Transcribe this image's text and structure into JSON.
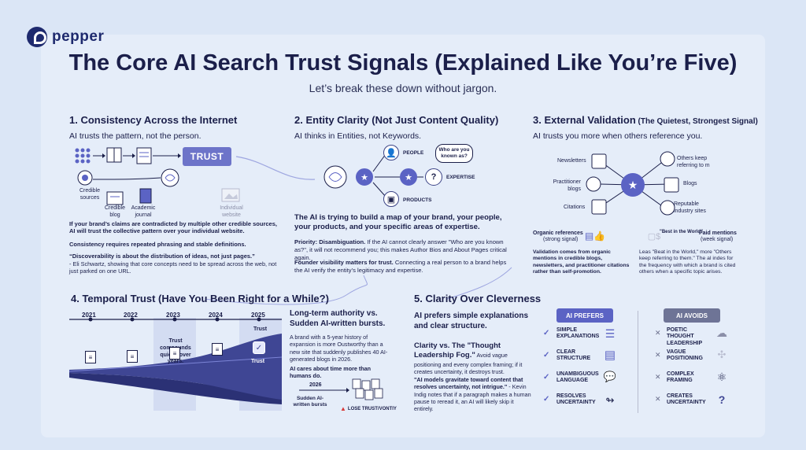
{
  "brand": {
    "name": "pepper"
  },
  "header": {
    "title": "The Core AI Search Trust Signals (Explained Like You’re Five)",
    "subtitle": "Let’s break these down without jargon."
  },
  "s1": {
    "heading": "1. Consistency Across the Internet",
    "lead": "AI trusts the pattern, not the person.",
    "trust_label": "TRUST",
    "sources_label": "Credible sources",
    "blog_label": "Credible blog",
    "journal_label": "Academic journal",
    "website_label": "Individual website",
    "p1": "If your brand’s claims are contradicted by multiple other credible sources, AI will trust the collective pattern over your individual website.",
    "p2": "Consistency requires repeated phrasing and stable definitions.",
    "quote": "“Discoverability is about the distribution of ideas, not just pages.”",
    "quote_attr": "- Eli Schwartz, showing that core concepts need to be spread across the web, not just parked on one URL."
  },
  "s2": {
    "heading": "2. Entity Clarity (Not Just Content Quality)",
    "lead": "AI thinks in Entities, not Keywords.",
    "people": "PEOPLE",
    "expertise": "EXPERTISE",
    "products": "PRODUCTS",
    "bubble": "Who are you known as?",
    "big": "The AI is trying to build a map of your brand, your people, your products, and your specific areas of expertise.",
    "priority_label": "Priority: Disambiguation.",
    "priority_text": " If the AI cannot clearly answer \"Who are you known as?\", it will not recommend you; this makes Author Bios and About Pages critical again.",
    "founder_label": "Founder visibility matters for trust.",
    "founder_text": " Connecting a real person to a brand helps the AI verify the entity’s legitimacy and expertise."
  },
  "s3": {
    "heading": "3. External Validation",
    "heading_small": " (The Quietest, Strongest Signal)",
    "lead": "AI trusts you more when others reference you.",
    "newsletters": "Newsletters",
    "practitioner": "Practitioner blogs",
    "citations": "Citations",
    "others": "Others keep referring to m",
    "blogs": "Blogs",
    "reputable": "Reputable industry sites",
    "organic_title": "Organic references",
    "organic_sub": "(strong signal)",
    "paid_title": "Paid mentions",
    "paid_sub": "(week signal)",
    "best": "\"Best in the World\"",
    "val_text": "Validation comes from organic mentions in credible blogs, newsletters, and practitioner citations rather than self-promotion.",
    "leas_text": "Leas \"Beat in the World,\" more \"Others keep referring to them.\" The al indes for the frequency with which a brand is cited others when a specific topic arises."
  },
  "s4": {
    "heading": "4. Temporal Trust (Have You Been Right for a While?)",
    "years": [
      "2021",
      "2022",
      "2023",
      "2024",
      "2025"
    ],
    "trust_top": "Trust",
    "trust_icon_label": "Trust",
    "compounds": "Trust compounds quietly over years.",
    "right_title": "Long-term authority vs. Sudden AI-written bursts.",
    "right_p1": "A brand with a 5-year history of expansion is more Oustworthy than a new site that suddenly publishes 40 AI-generated blogs in 2026.",
    "right_p2": "AI cares about time more than humans do.",
    "year_2026": "2026",
    "bursts": "Sudden AI-written bursts",
    "lose": "LOSE TRUST/VONTIY"
  },
  "s5": {
    "heading": "5. Clarity Over Cleverness",
    "lead": "AI prefers simple explanations and clear structure.",
    "sub_title": "Clarity vs. The \"Thought Leadership Fog.\"",
    "sub_text": " Avoid vague positioning and eveny complex framing; if it creates uncertainty, it destroys trust.",
    "quote": "\"AI models gravitate toward content that resolves uncertainty, not intrigue.\"",
    "quote_text": " - Kevin Indig notes that if a paragraph makes a human pause to reread it, an AI will likely skip it entirely.",
    "prefers_label": "AI PREFERS",
    "avoids_label": "AI AVOIDS",
    "prefers": [
      "SIMPLE EXPLANATIONS",
      "CLEAR STRUCTURE",
      "UNAMBIGUOUS LANGUAGE",
      "RESOLVES UNCERTAINTY"
    ],
    "avoids": [
      "POETIC THOUGHT LEADERSHIP",
      "VAGUE POSITIONING",
      "COMPLEX FRAMING",
      "CREATES UNCERTAINTY"
    ]
  },
  "colors": {
    "navy": "#1b1f4a",
    "accent": "#5b63c4",
    "trust_button": "#6d74c9",
    "panel": "#e5edf9"
  }
}
